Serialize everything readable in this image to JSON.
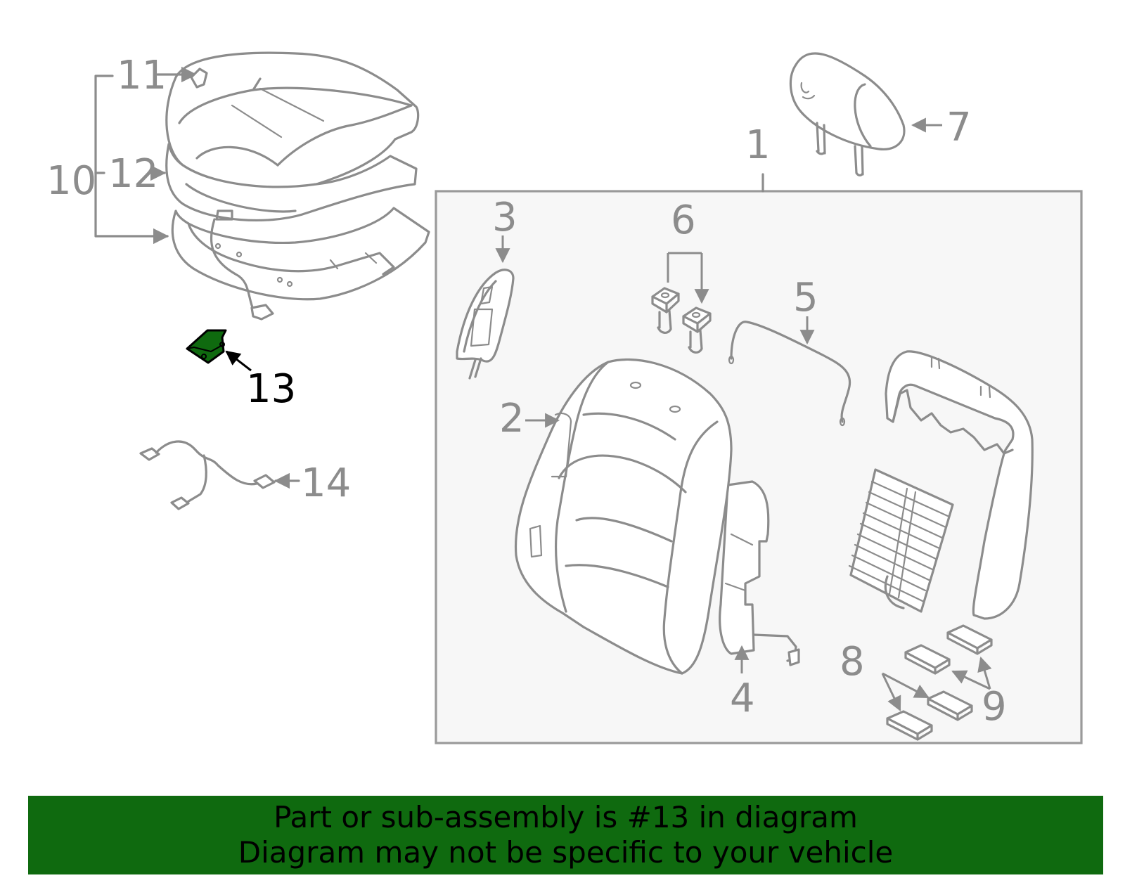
{
  "diagram": {
    "callouts": {
      "c1": "1",
      "c2": "2",
      "c3": "3",
      "c4": "4",
      "c5": "5",
      "c6": "6",
      "c7": "7",
      "c8": "8",
      "c9": "9",
      "c10": "10",
      "c11": "11",
      "c12": "12",
      "c13": "13",
      "c14": "14"
    },
    "highlighted_part": "13",
    "colors": {
      "line": "#8c8c8c",
      "highlight": "#0f6a0f",
      "panel": "#f7f7f7",
      "banner": "#0f6a0f"
    }
  },
  "banner": {
    "line1": "Part or sub-assembly is #13 in diagram",
    "line2": "Diagram may not be specific to your vehicle"
  }
}
